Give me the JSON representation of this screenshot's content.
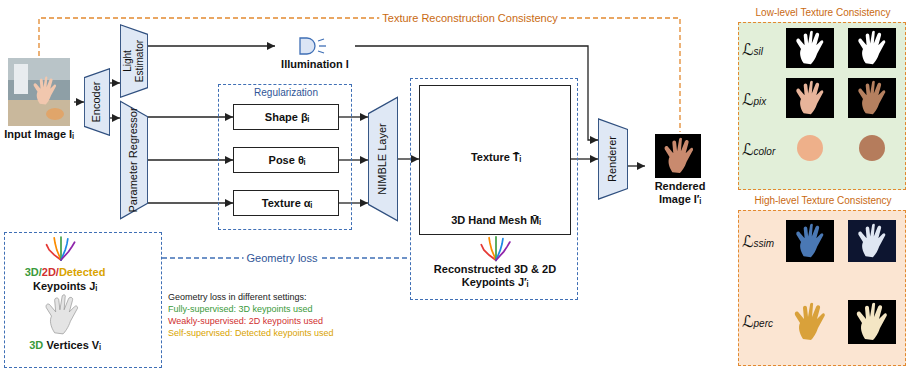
{
  "diagram": {
    "nodes": [
      {
        "text": [
          "Input Image Iᵢ"
        ]
      },
      {
        "text": [
          "Encoder"
        ]
      },
      {
        "text": [
          "Light Estimator"
        ]
      },
      {
        "text": [
          "Parameter Regressor"
        ]
      },
      {
        "text": [
          "Illumination l"
        ]
      },
      {
        "text": [
          "Regularization"
        ]
      },
      {
        "text": [
          "Shape βᵢ"
        ],
        "in": 5
      },
      {
        "text": [
          "Pose θᵢ"
        ],
        "in": 5
      },
      {
        "text": [
          "Texture αᵢ"
        ],
        "in": 5
      },
      {
        "text": [
          "NIMBLE Layer"
        ]
      },
      {
        "text": [
          "Reconstructed 3D & 2D Keypoints J′ᵢ"
        ]
      },
      {
        "text": [
          "Texture T̄ᵢ",
          "3D Hand Mesh M̄ᵢ"
        ],
        "in": 10
      },
      {
        "text": [
          "Renderer"
        ]
      },
      {
        "text": [
          "Rendered Image I′ᵢ"
        ]
      },
      {
        "text": [
          "3D/",
          "2D/",
          "Detected",
          "Keypoints Jᵢ",
          "3D",
          "Vertices Vᵢ"
        ]
      },
      {
        "text": [
          "Low-level Texture Consistency",
          "ℒsil",
          "ℒpix",
          "ℒcolor"
        ]
      },
      {
        "text": [
          "High-level Texture Consistency",
          "ℒssim",
          "ℒperc"
        ]
      }
    ],
    "edges": [
      {
        "from": 0,
        "to": 1,
        "arrow": "to"
      },
      {
        "from": 1,
        "to": 2,
        "arrow": "to"
      },
      {
        "from": 1,
        "to": 3,
        "arrow": "to"
      },
      {
        "from": 2,
        "to": 4,
        "arrow": "to"
      },
      {
        "from": 4,
        "to": 12,
        "arrow": "to"
      },
      {
        "from": 3,
        "to": 6,
        "arrow": "to"
      },
      {
        "from": 3,
        "to": 7,
        "arrow": "to"
      },
      {
        "from": 3,
        "to": 8,
        "arrow": "to"
      },
      {
        "from": 6,
        "to": 9,
        "arrow": "to"
      },
      {
        "from": 7,
        "to": 9,
        "arrow": "to"
      },
      {
        "from": 8,
        "to": 9,
        "arrow": "to"
      },
      {
        "from": 9,
        "to": 11,
        "arrow": "to"
      },
      {
        "from": 11,
        "to": 12,
        "arrow": "to"
      },
      {
        "from": 12,
        "to": 13,
        "arrow": "to"
      },
      {
        "from": 14,
        "to": 10,
        "label": "Geometry loss",
        "arrow": "none"
      },
      {
        "from": 0,
        "to": 13,
        "label": "Texture Reconstruction Consistency",
        "arrow": "none"
      }
    ],
    "labels": [
      "Geometry loss in different settings:",
      "Fully-supervised: 3D keypoints used",
      "Weakly-supervised: 2D keypoints used",
      "Self-supervised: Detected keypoints used"
    ]
  }
}
